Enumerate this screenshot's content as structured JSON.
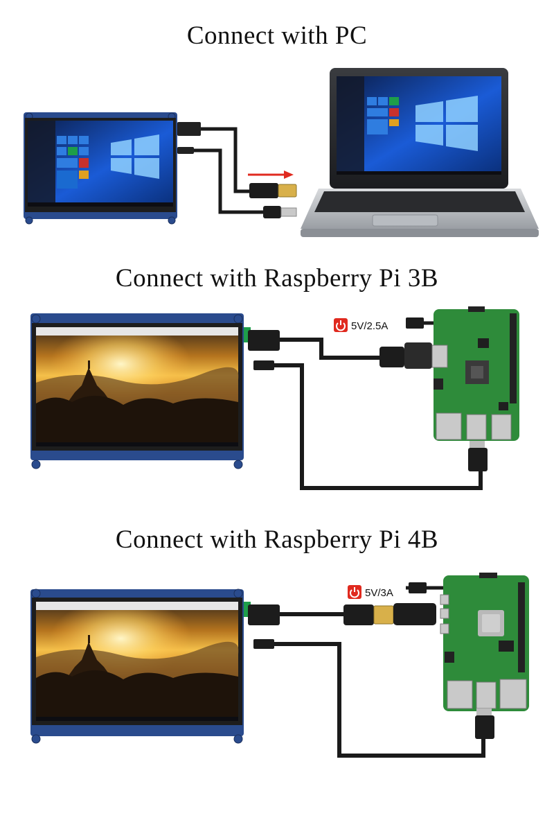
{
  "sections": [
    {
      "title": "Connect with PC"
    },
    {
      "title": "Connect with Raspberry Pi 3B",
      "power_label": "5V/2.5A"
    },
    {
      "title": "Connect with Raspberry Pi 4B",
      "power_label": "5V/3A"
    }
  ],
  "colors": {
    "accent_red": "#e02a1f",
    "pcb_green": "#2e8b3a",
    "cable": "#1a1a1a",
    "screen_frame": "#1d1d1d",
    "screen_backplate": "#2a4b8d"
  },
  "icons": [
    "power-icon",
    "arrow-right-icon"
  ]
}
